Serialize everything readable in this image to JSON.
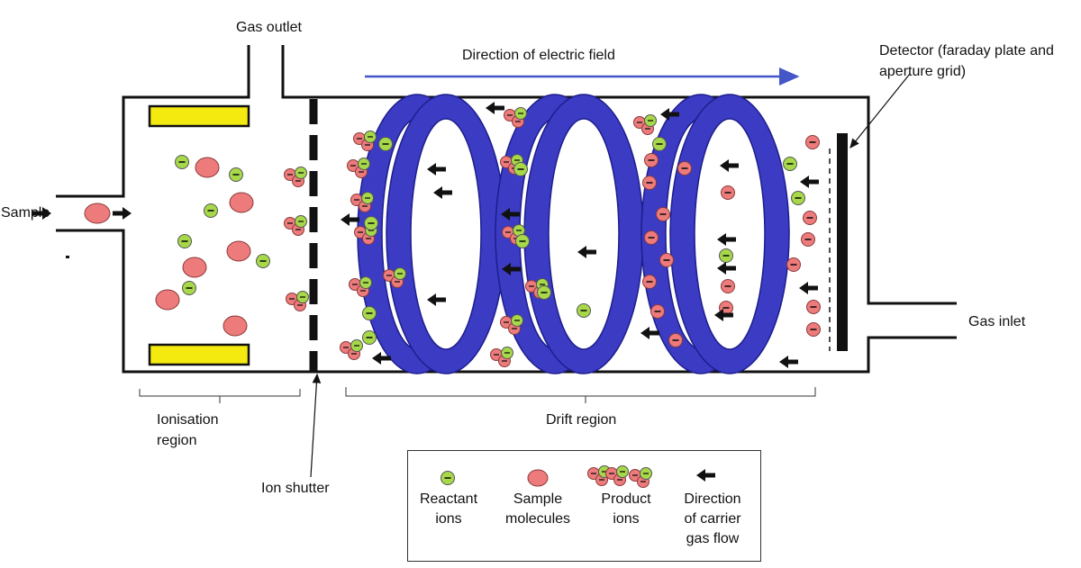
{
  "labels": {
    "gas_outlet": "Gas outlet",
    "direction_of_field": "Direction of electric field",
    "detector_line1": "Detector (faraday plate and",
    "detector_line2": "aperture grid)",
    "sample": "Sample",
    "gas_inlet": "Gas inlet",
    "ionisation_line1": "Ionisation",
    "ionisation_line2": "region",
    "drift_region": "Drift region",
    "ion_shutter": "Ion shutter"
  },
  "legend": {
    "reactant_line1": "Reactant",
    "reactant_line2": "ions",
    "sample_line1": "Sample",
    "sample_line2": "molecules",
    "product_line1": "Product",
    "product_line2": "ions",
    "flow_line1": "Direction",
    "flow_line2": "of carrier",
    "flow_line3": "gas flow"
  },
  "colors": {
    "tube_outline": "#111111",
    "ring_blue": "#3b3bc4",
    "ring_edge": "#1e1e8c",
    "electrode_yellow": "#f5ea10",
    "reactant_green": "#a6d84a",
    "sample_red": "#ee7b7b",
    "field_arrow": "#4456c8",
    "ion_charge": "#111111"
  }
}
